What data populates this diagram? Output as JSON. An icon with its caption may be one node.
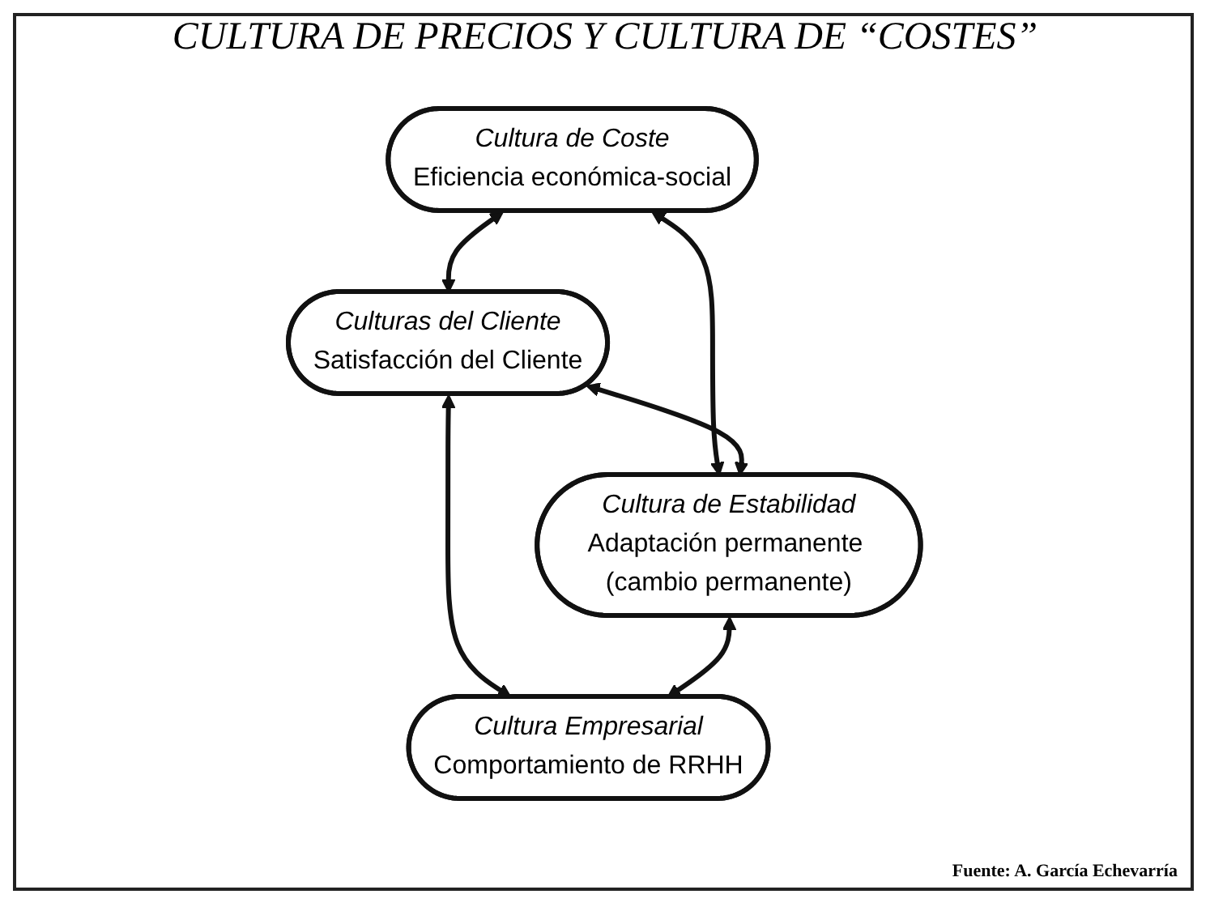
{
  "diagram": {
    "title": "CULTURA DE PRECIOS Y CULTURA DE “COSTES”",
    "nodes": [
      {
        "text": [
          "Cultura de Coste",
          "Eficiencia económica-social"
        ]
      },
      {
        "text": [
          "Culturas del Cliente",
          "Satisfacción del Cliente"
        ]
      },
      {
        "text": [
          "Cultura de Estabilidad",
          "Adaptación permanente (cambio permanente)"
        ]
      },
      {
        "text": [
          "Cultura Empresarial",
          "Comportamiento de RRHH"
        ]
      }
    ],
    "edges": [
      {
        "from": 0,
        "to": 1,
        "arrow": "both"
      },
      {
        "from": 0,
        "to": 2,
        "arrow": "both"
      },
      {
        "from": 1,
        "to": 2,
        "arrow": "both"
      },
      {
        "from": 1,
        "to": 3,
        "arrow": "both"
      },
      {
        "from": 2,
        "to": 3,
        "arrow": "both"
      }
    ],
    "labels": [
      "Fuente: A. García Echevarría"
    ]
  }
}
